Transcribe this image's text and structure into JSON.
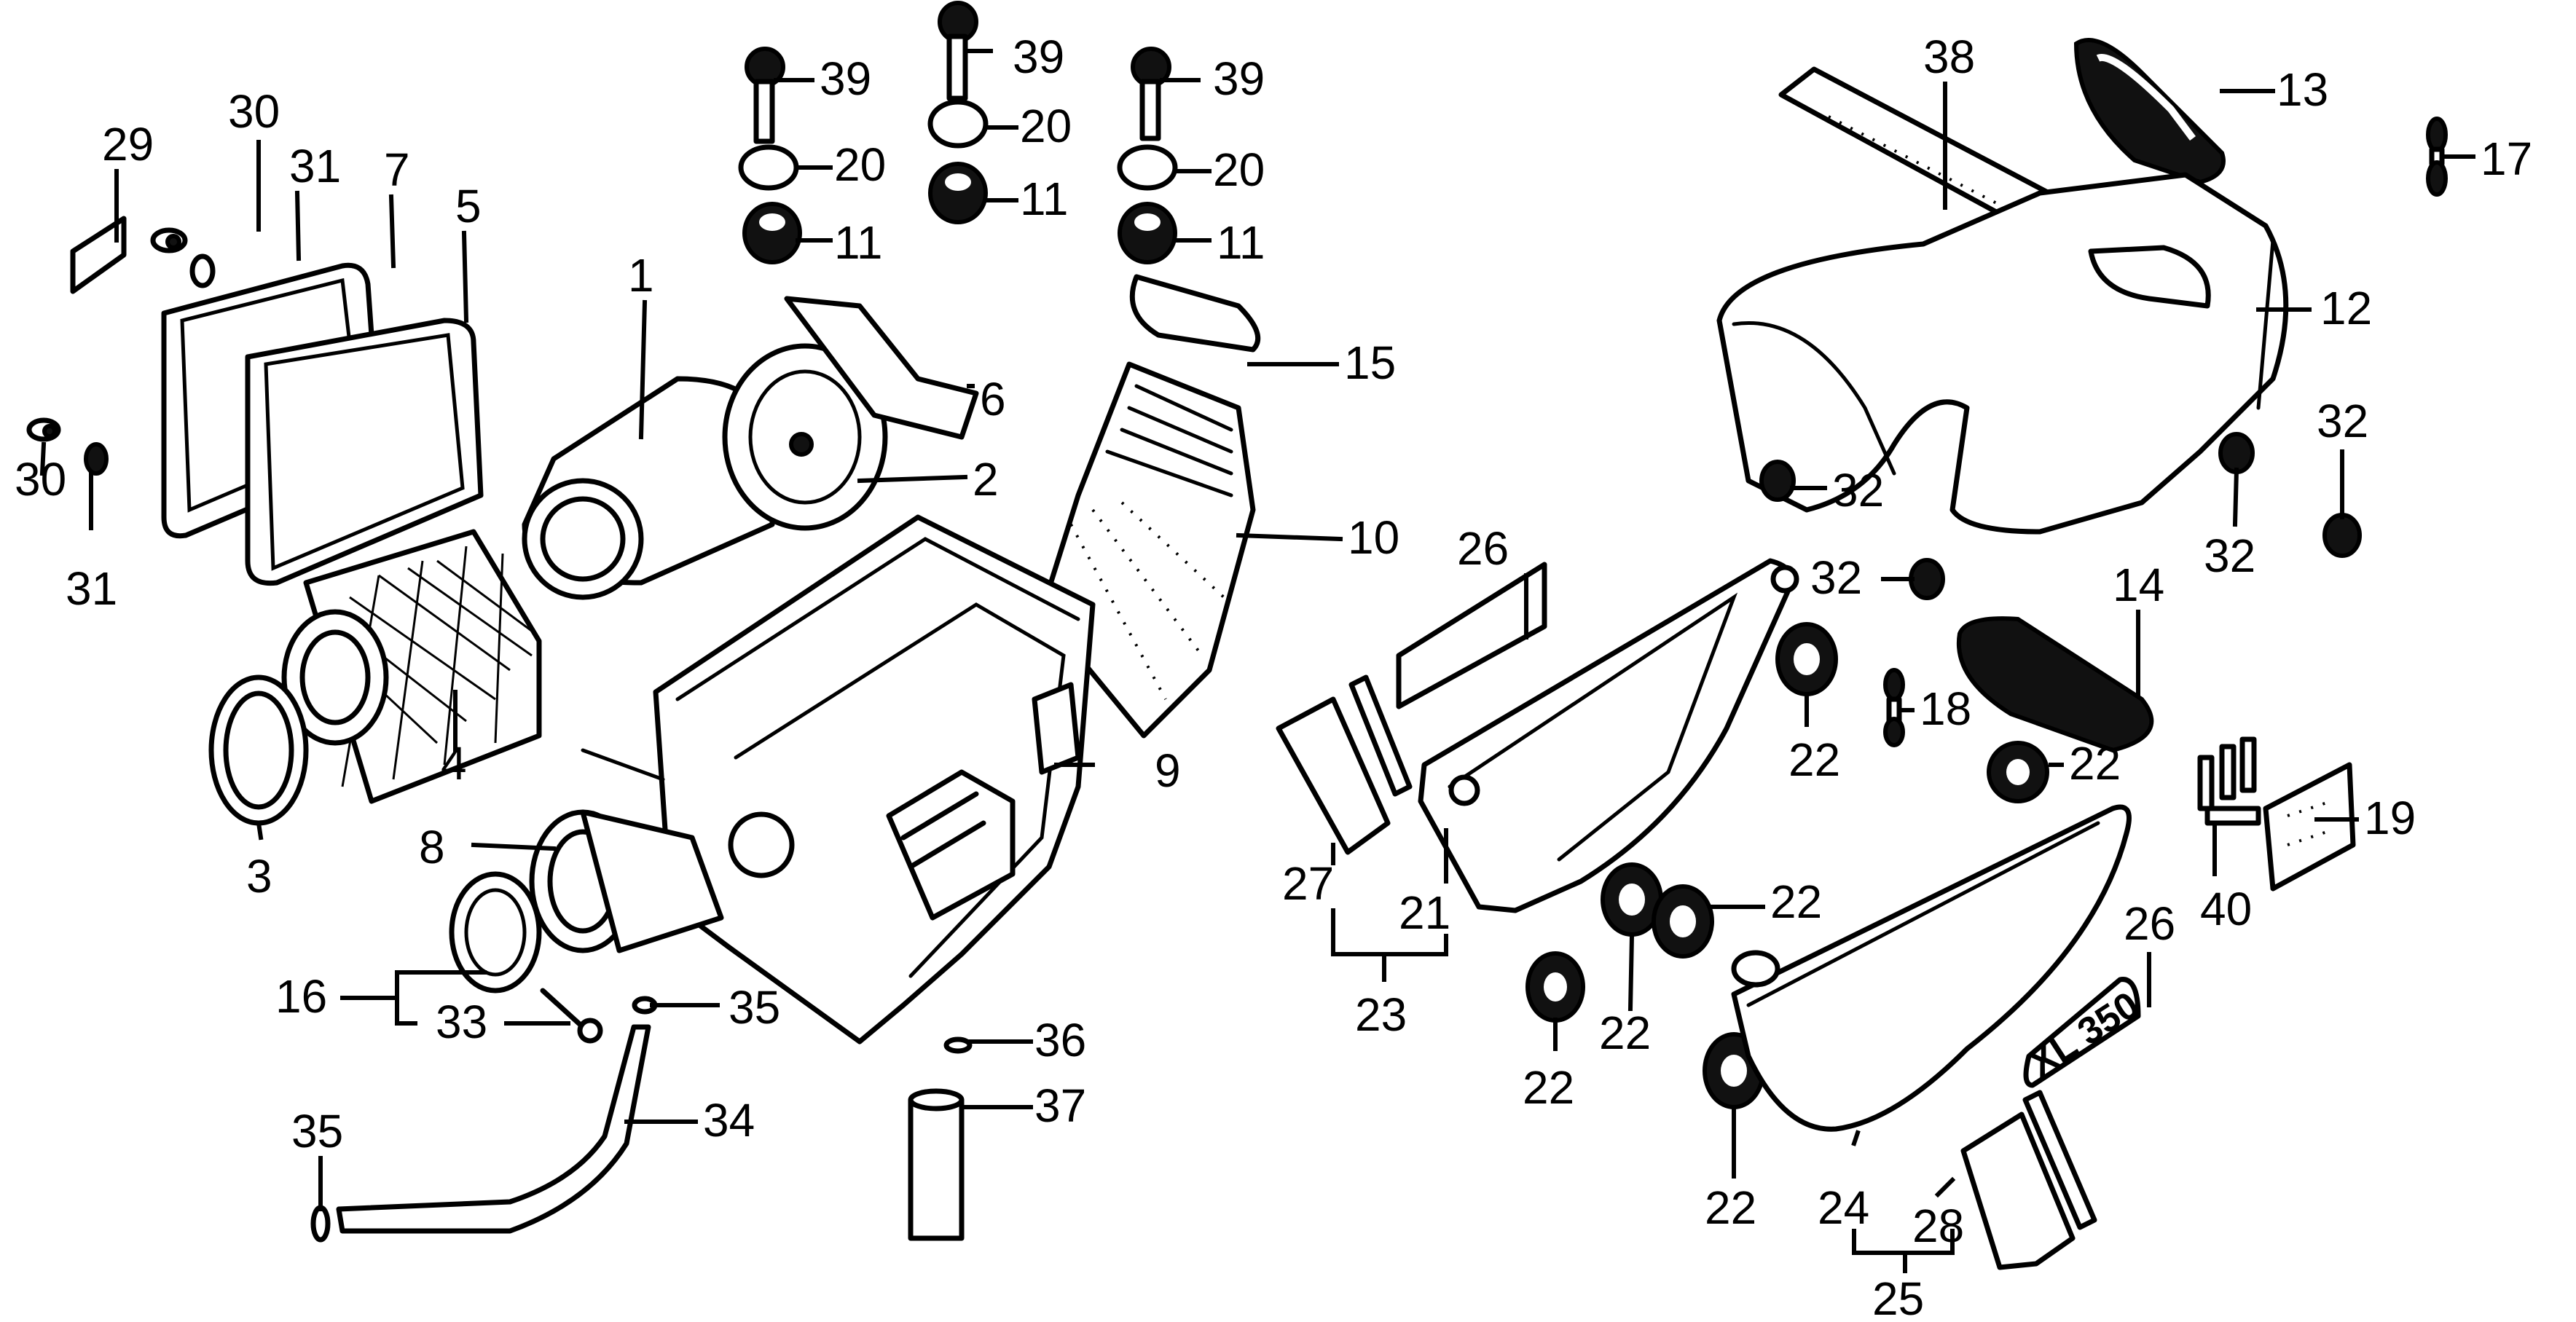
{
  "diagram": {
    "title": "Air cleaner / fuel tank / side cover exploded parts view",
    "emblem_text": "XL 350",
    "labels": [
      {
        "id": "1",
        "text": "1"
      },
      {
        "id": "2",
        "text": "2"
      },
      {
        "id": "3",
        "text": "3"
      },
      {
        "id": "4",
        "text": "4"
      },
      {
        "id": "5",
        "text": "5"
      },
      {
        "id": "6",
        "text": "6"
      },
      {
        "id": "7",
        "text": "7"
      },
      {
        "id": "8",
        "text": "8"
      },
      {
        "id": "9",
        "text": "9"
      },
      {
        "id": "10",
        "text": "10"
      },
      {
        "id": "11a",
        "text": "11"
      },
      {
        "id": "11b",
        "text": "11"
      },
      {
        "id": "11c",
        "text": "11"
      },
      {
        "id": "12",
        "text": "12"
      },
      {
        "id": "13",
        "text": "13"
      },
      {
        "id": "14",
        "text": "14"
      },
      {
        "id": "15",
        "text": "15"
      },
      {
        "id": "16",
        "text": "16"
      },
      {
        "id": "17",
        "text": "17"
      },
      {
        "id": "18",
        "text": "18"
      },
      {
        "id": "19",
        "text": "19"
      },
      {
        "id": "20a",
        "text": "20"
      },
      {
        "id": "20b",
        "text": "20"
      },
      {
        "id": "20c",
        "text": "20"
      },
      {
        "id": "21",
        "text": "21"
      },
      {
        "id": "22a",
        "text": "22"
      },
      {
        "id": "22b",
        "text": "22"
      },
      {
        "id": "22c",
        "text": "22"
      },
      {
        "id": "22d",
        "text": "22"
      },
      {
        "id": "22e",
        "text": "22"
      },
      {
        "id": "22f",
        "text": "22"
      },
      {
        "id": "23",
        "text": "23"
      },
      {
        "id": "24",
        "text": "24"
      },
      {
        "id": "25",
        "text": "25"
      },
      {
        "id": "26a",
        "text": "26"
      },
      {
        "id": "26b",
        "text": "26"
      },
      {
        "id": "27",
        "text": "27"
      },
      {
        "id": "28",
        "text": "28"
      },
      {
        "id": "29",
        "text": "29"
      },
      {
        "id": "30a",
        "text": "30"
      },
      {
        "id": "30b",
        "text": "30"
      },
      {
        "id": "31a",
        "text": "31"
      },
      {
        "id": "31b",
        "text": "31"
      },
      {
        "id": "32a",
        "text": "32"
      },
      {
        "id": "32b",
        "text": "32"
      },
      {
        "id": "32c",
        "text": "32"
      },
      {
        "id": "32d",
        "text": "32"
      },
      {
        "id": "33",
        "text": "33"
      },
      {
        "id": "34",
        "text": "34"
      },
      {
        "id": "35a",
        "text": "35"
      },
      {
        "id": "35b",
        "text": "35"
      },
      {
        "id": "36",
        "text": "36"
      },
      {
        "id": "37",
        "text": "37"
      },
      {
        "id": "38",
        "text": "38"
      },
      {
        "id": "39a",
        "text": "39"
      },
      {
        "id": "39b",
        "text": "39"
      },
      {
        "id": "39c",
        "text": "39"
      },
      {
        "id": "40",
        "text": "40"
      }
    ]
  }
}
